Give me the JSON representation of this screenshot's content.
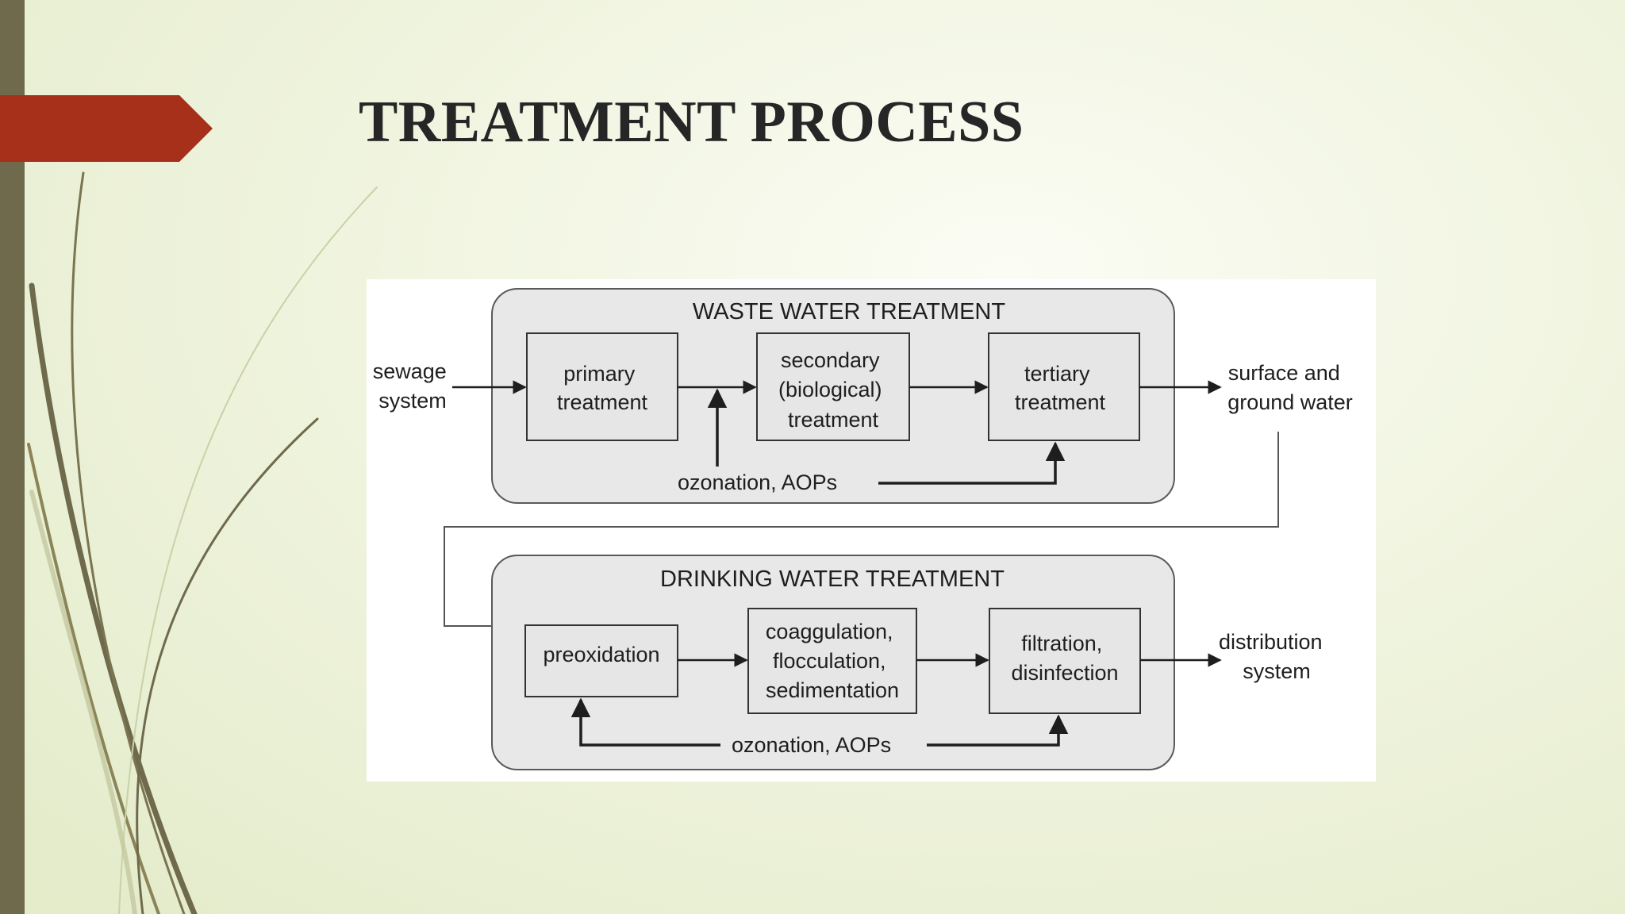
{
  "slide": {
    "title": "TREATMENT PROCESS",
    "accent_color": "#a6301a",
    "bar_color": "#6f6a4c",
    "decoration_icon": "curved-stroke-decoration"
  },
  "diagram": {
    "wastewater": {
      "section_title": "WASTE WATER TREATMENT",
      "input": [
        "sewage",
        "system"
      ],
      "steps": [
        {
          "lines": [
            "primary",
            "treatment"
          ]
        },
        {
          "lines": [
            "secondary",
            "(biological)",
            "treatment"
          ]
        },
        {
          "lines": [
            "tertiary",
            "treatment"
          ]
        }
      ],
      "output": [
        "surface and",
        "ground water"
      ],
      "additive": "ozonation, AOPs"
    },
    "drinking": {
      "section_title": "DRINKING WATER TREATMENT",
      "steps": [
        {
          "lines": [
            "preoxidation"
          ]
        },
        {
          "lines": [
            "coaggulation,",
            "flocculation,",
            "sedimentation"
          ]
        },
        {
          "lines": [
            "filtration,",
            "disinfection"
          ]
        }
      ],
      "output": [
        "distribution",
        "system"
      ],
      "additive": "ozonation, AOPs"
    }
  }
}
